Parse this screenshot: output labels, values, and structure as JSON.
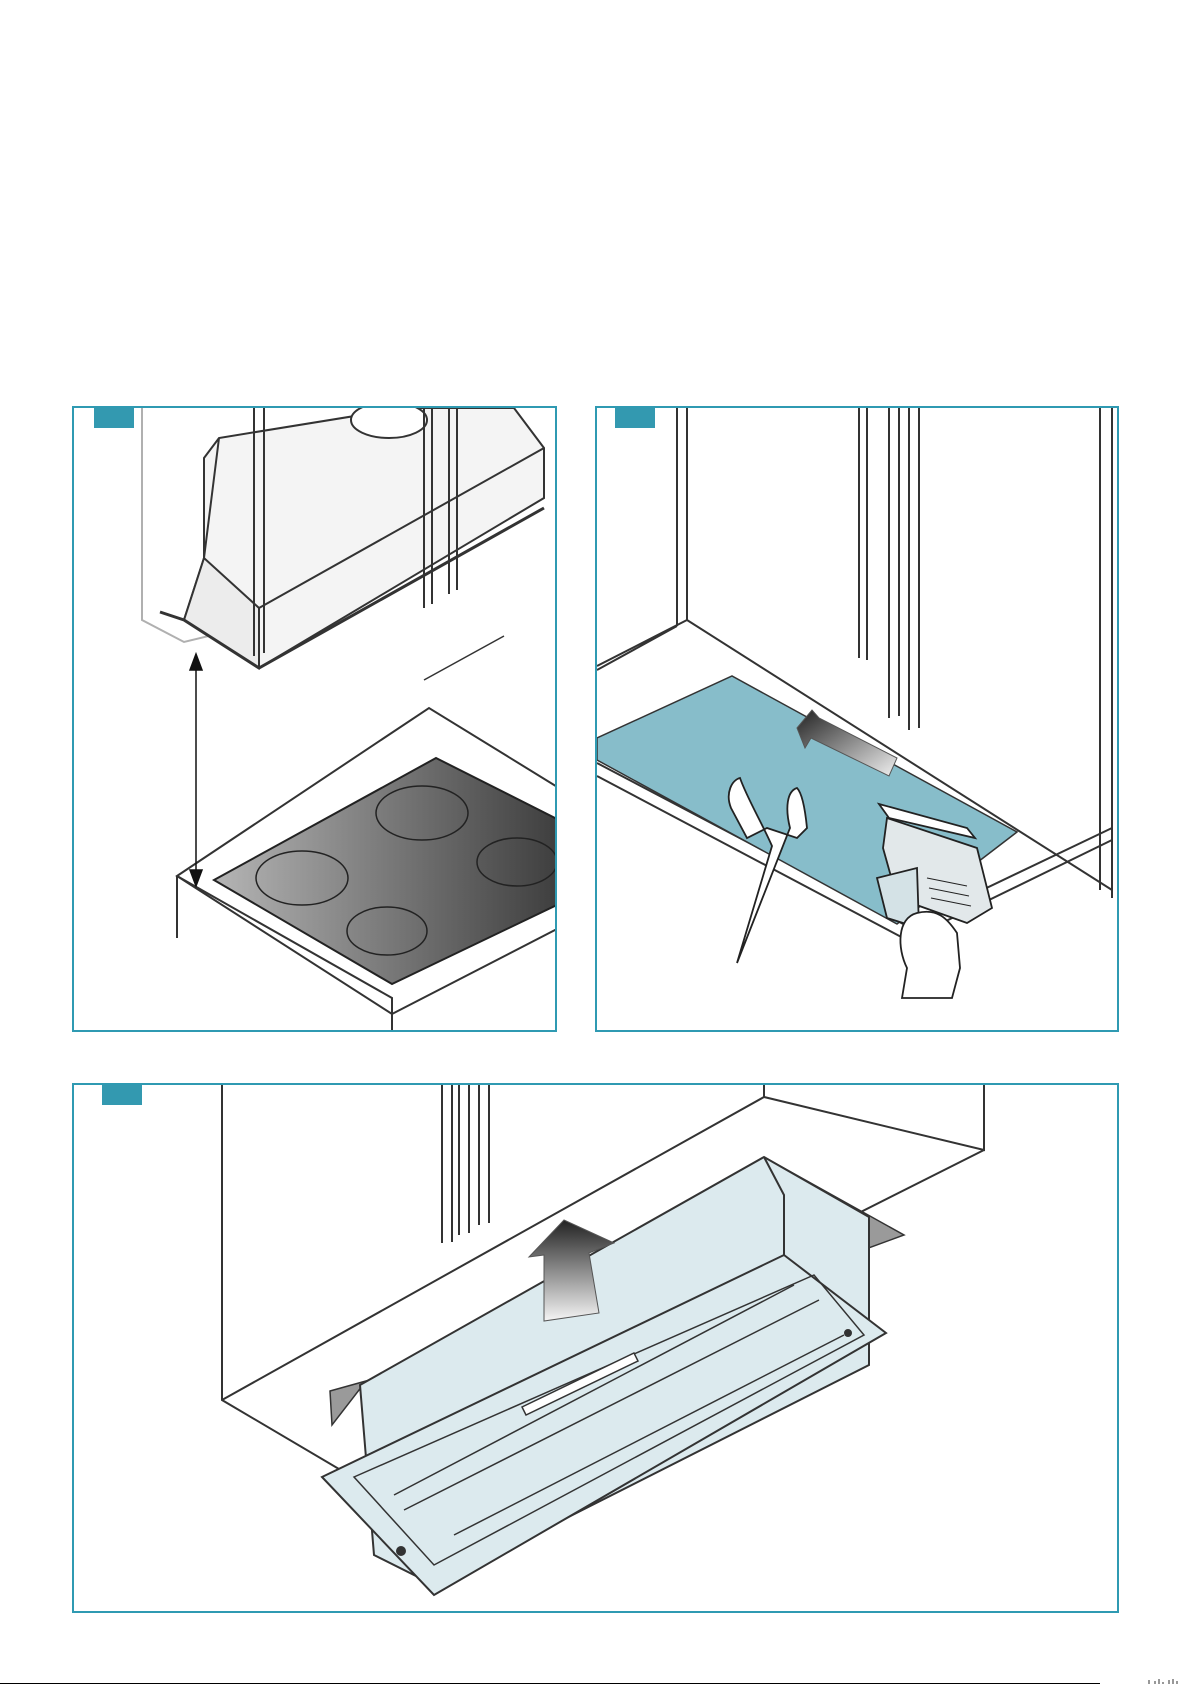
{
  "document": {
    "type": "installation-instructions-page",
    "panel_count": 3,
    "accent_color": "#3399b0",
    "border_color": "#2f9ab2",
    "glass_color": "#87bdca",
    "hob_color": "#6e6e6e"
  },
  "panels": [
    {
      "step_badge": "",
      "depicts": "hood-above-hob-distance"
    },
    {
      "step_badge": "",
      "depicts": "cutting-template-with-jigsaw"
    },
    {
      "step_badge": "",
      "depicts": "insert-hood-into-cabinet"
    }
  ],
  "icons": [
    "double-headed-arrow-icon",
    "push-arrow-icon",
    "up-arrow-icon"
  ]
}
